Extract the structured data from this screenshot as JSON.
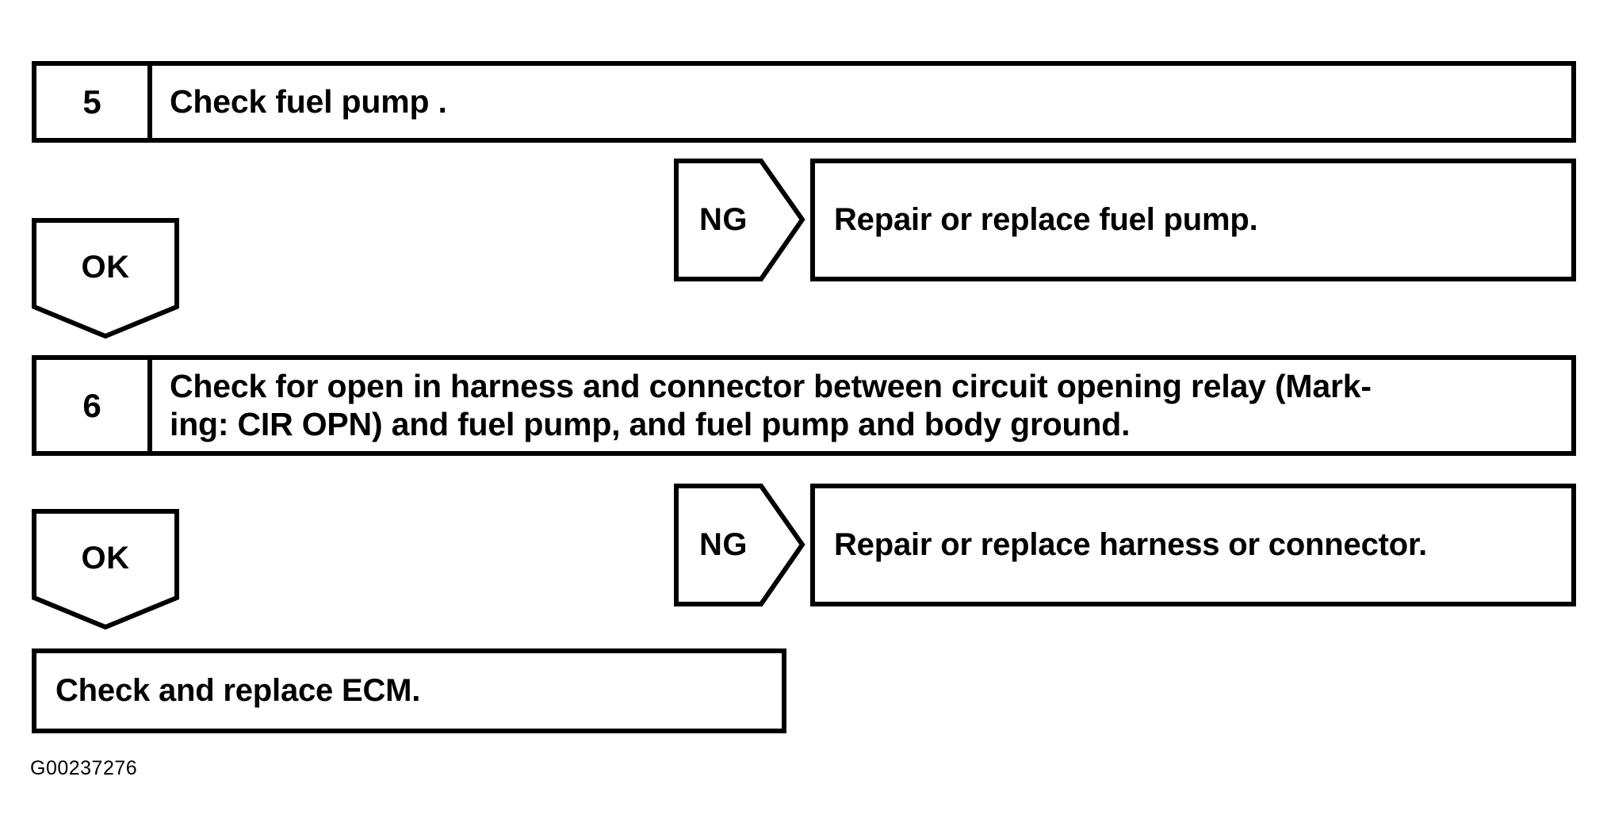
{
  "figure": {
    "id_label": "G00237276",
    "type": "troubleshooting-flowchart",
    "colors": {
      "line": "#000000",
      "background": "#ffffff",
      "text": "#000000"
    }
  },
  "steps": [
    {
      "number": "5",
      "text": "Check fuel pump ."
    },
    {
      "number": "6",
      "line1": "Check for open in harness and connector between circuit opening relay (Mark-",
      "line2": "ing: CIR OPN) and fuel pump, and fuel pump and body ground."
    }
  ],
  "branches": [
    {
      "ok_label": "OK",
      "ng_label": "NG",
      "ng_result": "Repair or replace fuel pump."
    },
    {
      "ok_label": "OK",
      "ng_label": "NG",
      "ng_result": "Repair or replace harness or connector."
    }
  ],
  "final_action": {
    "text": "Check and replace ECM."
  }
}
